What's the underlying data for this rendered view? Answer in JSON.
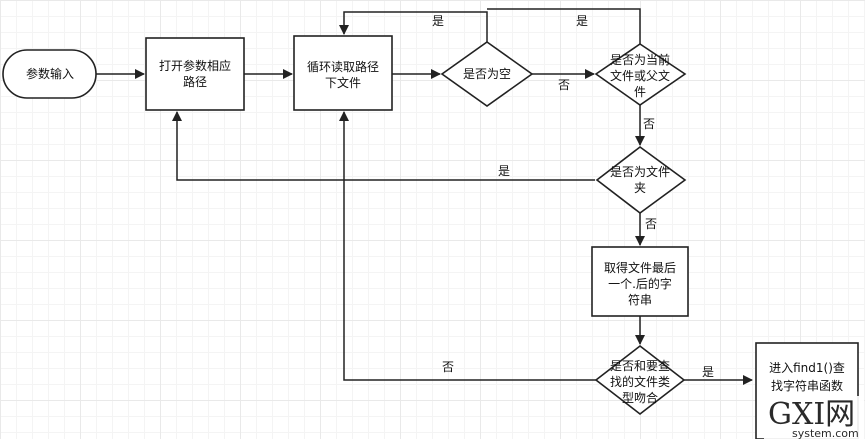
{
  "nodes": {
    "input": "参数输入",
    "open_path": [
      "打开参数相应",
      "路径"
    ],
    "loop_read": [
      "循环读取路径",
      "下文件"
    ],
    "is_empty": "是否为空",
    "is_current_parent": [
      "是否为当前",
      "文件或父文",
      "件"
    ],
    "is_folder": [
      "是否为文件",
      "夹"
    ],
    "get_suffix": [
      "取得文件最后",
      "一个.后的字",
      "符串"
    ],
    "is_match": [
      "是否和要查",
      "找的文件类",
      "型吻合"
    ],
    "call_find": [
      "进入find1()查",
      "找字符串函数"
    ]
  },
  "edges": {
    "empty_yes": "是",
    "current_yes": "是",
    "empty_no": "否",
    "current_no": "否",
    "folder_yes": "是",
    "folder_no": "否",
    "match_no": "否",
    "match_yes": "是"
  },
  "watermark": {
    "logo": "GXI网",
    "url": "system.com"
  }
}
